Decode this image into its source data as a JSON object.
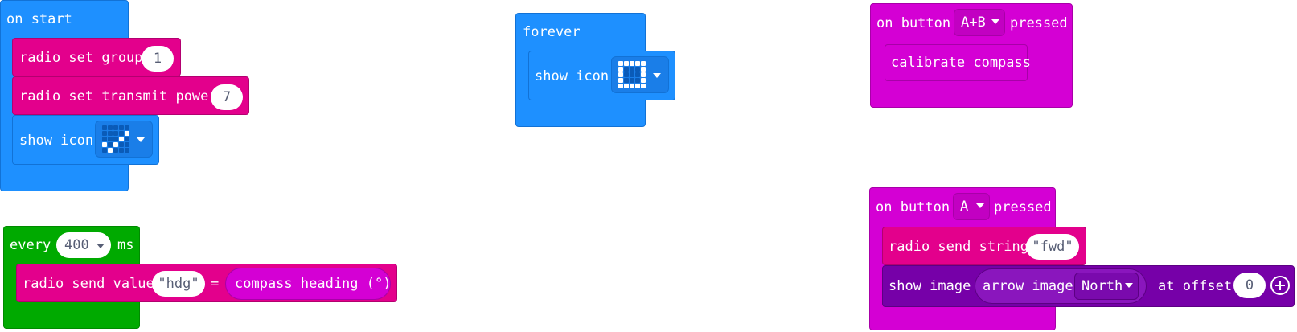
{
  "on_start": {
    "label": "on start",
    "radio_group": {
      "label": "radio set group",
      "value": "1"
    },
    "transmit_power": {
      "label": "radio set transmit power",
      "value": "7"
    },
    "show_icon": {
      "label": "show icon",
      "icon": "yes-check-icon"
    }
  },
  "forever": {
    "label": "forever",
    "show_icon": {
      "label": "show icon",
      "icon": "square-outline-icon"
    }
  },
  "every": {
    "label": "every",
    "interval": "400",
    "unit": "ms",
    "send_value": {
      "label": "radio send value",
      "name": "hdg",
      "eq": "=",
      "reporter": "compass heading (°)"
    }
  },
  "button_ab": {
    "label_prefix": "on button",
    "button": "A+B",
    "label_suffix": "pressed",
    "calibrate": "calibrate compass"
  },
  "button_a": {
    "label_prefix": "on button",
    "button": "A",
    "label_suffix": "pressed",
    "send_string": {
      "label": "radio send string",
      "value": "fwd"
    },
    "show_image": {
      "label": "show image",
      "arrow_label": "arrow image",
      "direction": "North",
      "offset_label": "at offset",
      "offset": "0"
    }
  },
  "colors": {
    "basic": "#1e90ff",
    "radio": "#e3008c",
    "input": "#d400d4",
    "loops": "#00aa00",
    "images": "#7600a8"
  }
}
